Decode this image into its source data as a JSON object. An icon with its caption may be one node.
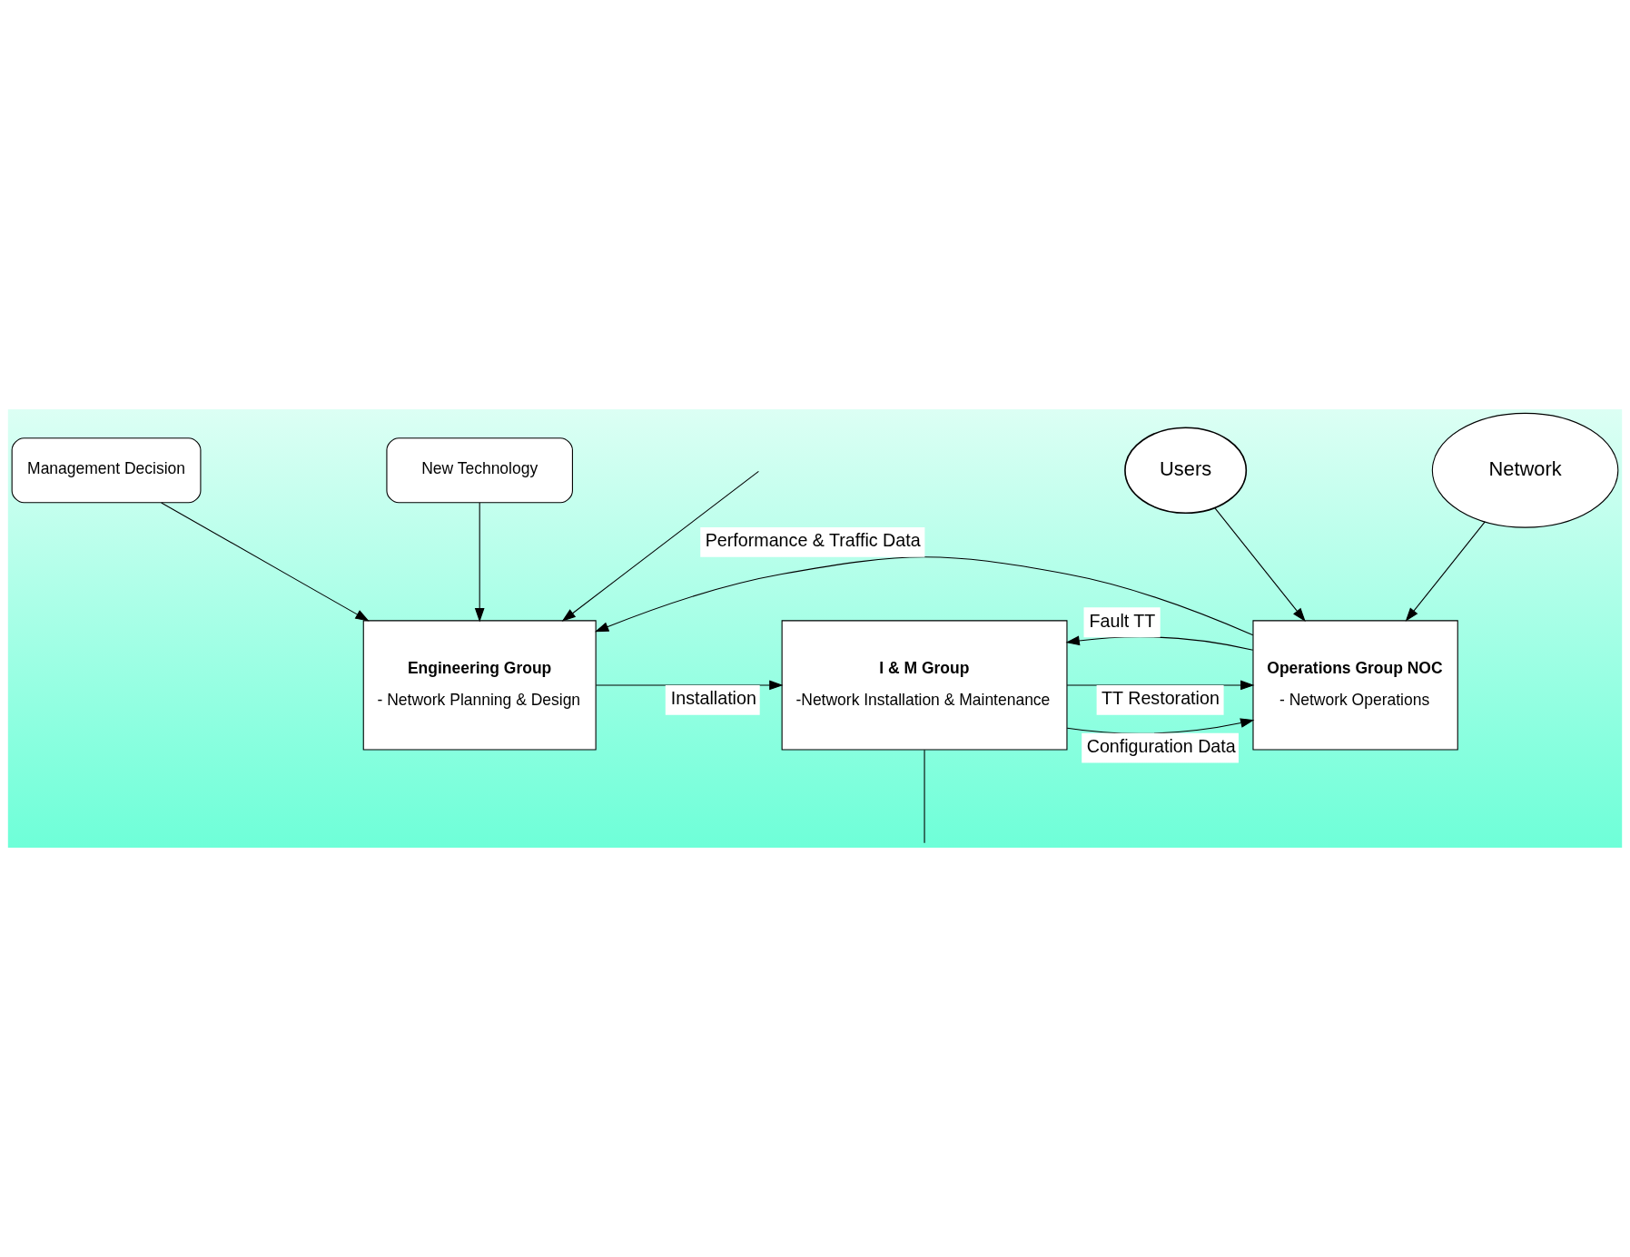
{
  "diagram": {
    "nodes": [
      {
        "text": [
          "Network"
        ]
      },
      {
        "text": [
          "Users"
        ]
      },
      {
        "text": [
          "Management Decision"
        ]
      },
      {
        "text": [
          "New Technology"
        ]
      },
      {
        "text": [
          "Engineering Group",
          "- Network Planning & Design"
        ]
      },
      {
        "text": [
          "Operations Group NOC",
          "- Network Operations"
        ]
      },
      {
        "text": [
          "I & M Group",
          "-Network Installation & Maintenance"
        ]
      }
    ],
    "edges": [
      {
        "from": 3,
        "to": 4,
        "arrow": "to"
      },
      {
        "from": 2,
        "to": 4,
        "arrow": "to"
      },
      {
        "from": 5,
        "to": 4,
        "arrow": "to",
        "label": "Performance & Traffic Data"
      },
      {
        "from": 1,
        "to": 5,
        "arrow": "to"
      },
      {
        "from": 0,
        "to": 5,
        "arrow": "to"
      },
      {
        "from": 6,
        "to": 5,
        "arrow": "to",
        "label": "Configuration Data"
      },
      {
        "from": 6,
        "to": 5,
        "arrow": "to",
        "label": "TT Restoration"
      },
      {
        "from": 5,
        "to": 6,
        "arrow": "to",
        "label": "Fault TT"
      },
      {
        "from": 4,
        "to": 6,
        "arrow": "to",
        "label": "Installation"
      },
      {
        "from": null,
        "to": 4,
        "arrow": "to"
      },
      {
        "from": 6,
        "to": null,
        "arrow": "none"
      }
    ]
  }
}
